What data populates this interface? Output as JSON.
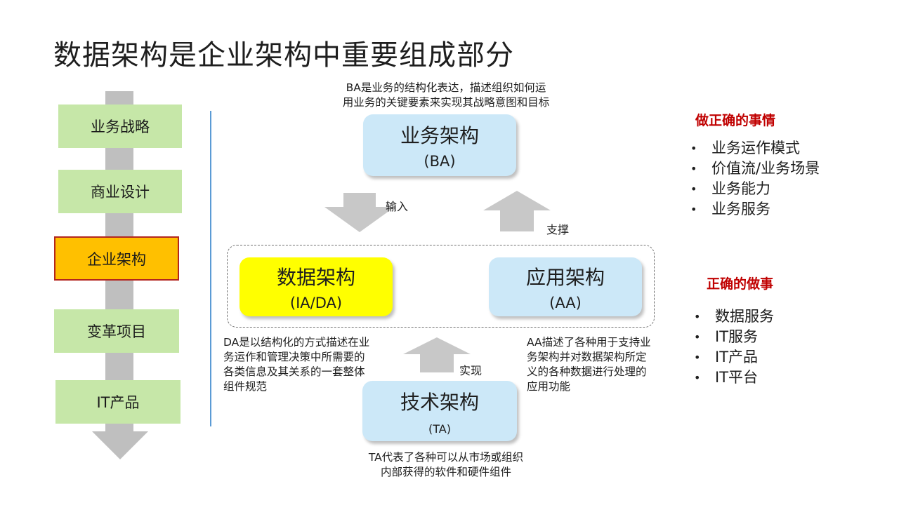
{
  "title": "数据架构是企业架构中重要组成部分",
  "flow": {
    "items": [
      {
        "label": "业务战略",
        "active": false
      },
      {
        "label": "商业设计",
        "active": false
      },
      {
        "label": "企业架构",
        "active": true
      },
      {
        "label": "变革项目",
        "active": false
      },
      {
        "label": "IT产品",
        "active": false
      }
    ]
  },
  "diagram": {
    "ba": {
      "name": "业务架构",
      "abbr": "(BA)",
      "desc_lines": [
        "BA是业务的结构化表达，描述组织如何运",
        "用业务的关键要素来实现其战略意图和目标"
      ]
    },
    "da": {
      "name": "数据架构",
      "abbr": "(IA/DA)",
      "desc_lines": [
        "DA是以结构化的方式描述在业",
        "务运作和管理决策中所需要的",
        "各类信息及其关系的一套整体",
        "组件规范"
      ]
    },
    "aa": {
      "name": "应用架构",
      "abbr": "(AA)",
      "desc_lines": [
        "AA描述了各种用于支持业",
        "务架构并对数据架构所定",
        "义的各种数据进行处理的",
        "应用功能"
      ]
    },
    "ta": {
      "name": "技术架构",
      "abbr": "(TA)",
      "desc_lines": [
        "TA代表了各种可以从市场或组织",
        "内部获得的软件和硬件组件"
      ]
    },
    "arrows": {
      "input": "输入",
      "support": "支撑",
      "realize": "实现"
    },
    "colors": {
      "blue_box": "#cce8f8",
      "yellow_box": "#ffff00",
      "flow_green": "#c6e7a8",
      "flow_active": "#ffc000",
      "accent_red": "#c00000"
    }
  },
  "right": {
    "section1": {
      "heading": "做正确的事情",
      "items": [
        "业务运作模式",
        "价值流/业务场景",
        "业务能力",
        "业务服务"
      ]
    },
    "section2": {
      "heading": "正确的做事",
      "items": [
        "数据服务",
        "IT服务",
        "IT产品",
        "IT平台"
      ]
    }
  }
}
